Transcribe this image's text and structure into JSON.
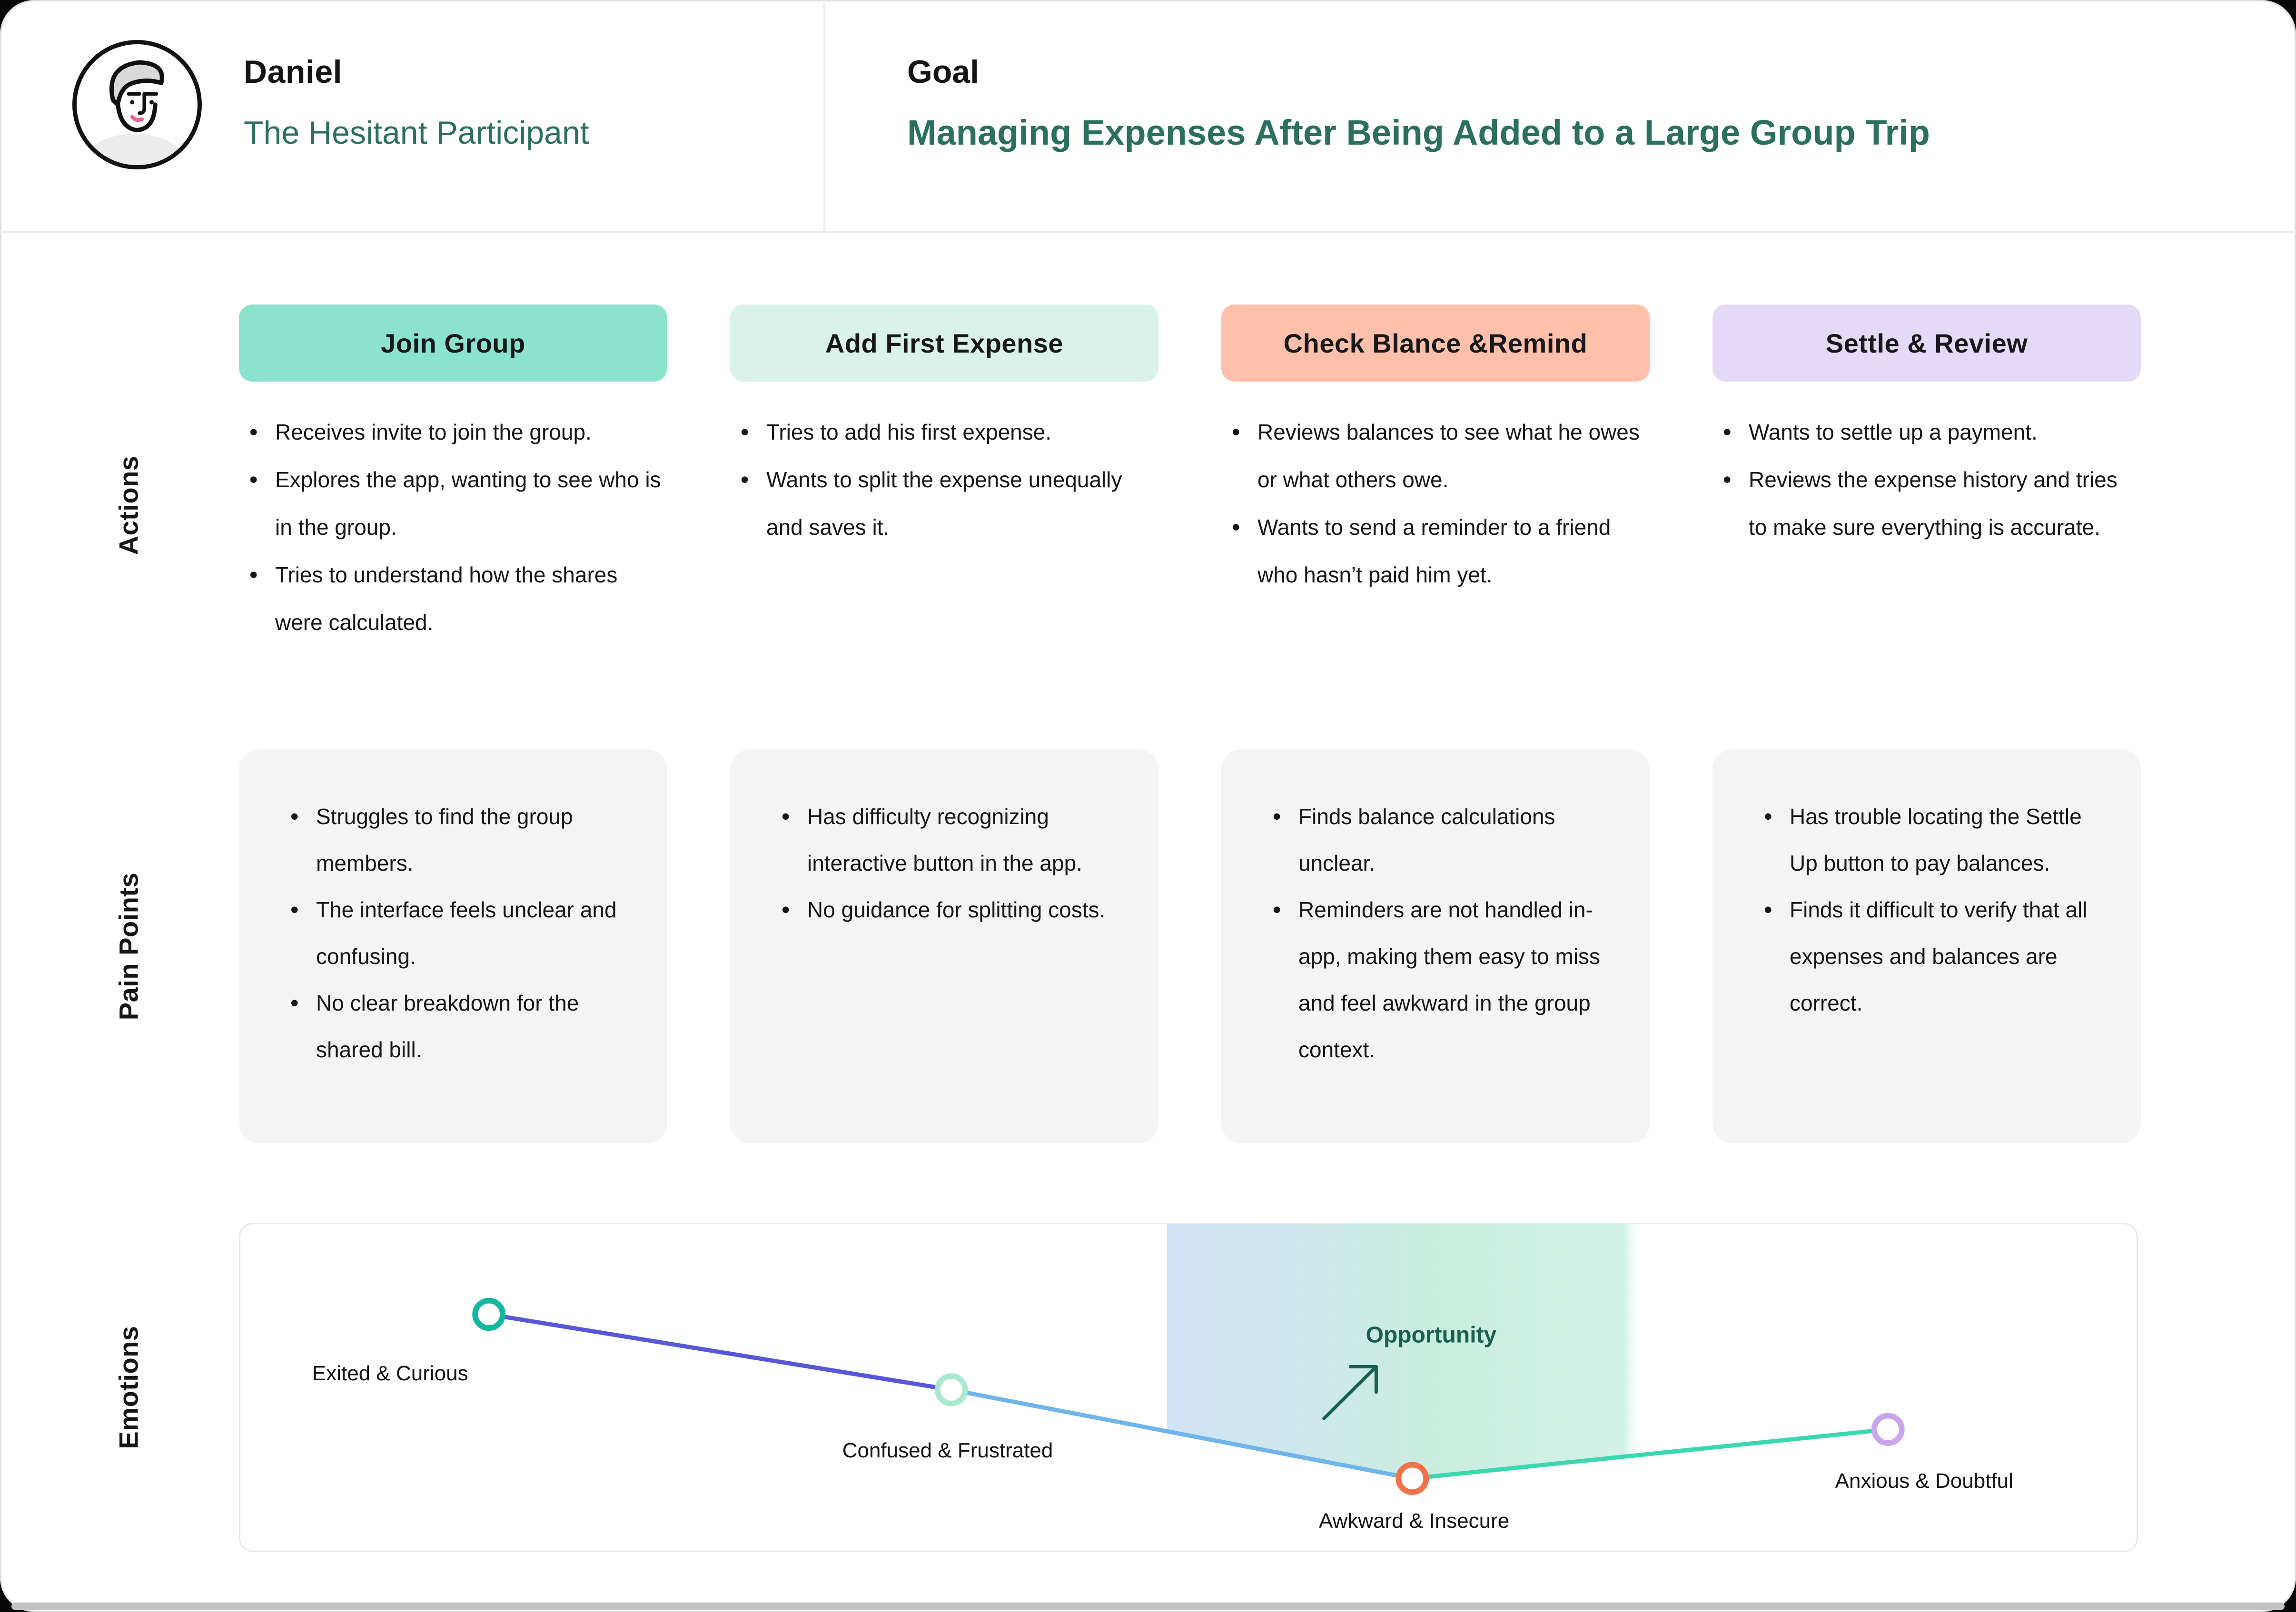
{
  "persona": {
    "name": "Daniel",
    "archetype": "The Hesitant Participant",
    "goal_label": "Goal",
    "goal": "Managing Expenses After Being Added to a Large Group Trip",
    "accent_green": "#2b6f5e"
  },
  "rows": {
    "actions_label": "Actions",
    "pain_label": "Pain Points",
    "emotions_label": "Emotions"
  },
  "stages": [
    {
      "title": "Join Group",
      "color": "#8ce3cd",
      "actions": [
        "Receives invite to join the group.",
        "Explores the app, wanting to see who is in the group.",
        "Tries to understand how the shares were calculated."
      ],
      "pain_points": [
        "Struggles to find the group members.",
        "The interface feels unclear and confusing.",
        "No clear breakdown for the shared bill."
      ]
    },
    {
      "title": "Add First Expense",
      "color": "#d9f2ea",
      "actions": [
        "Tries to add his first expense.",
        "Wants to split the expense unequally and saves it."
      ],
      "pain_points": [
        "Has difficulty recognizing interactive button in the app.",
        "No guidance for splitting costs."
      ]
    },
    {
      "title": "Check Blance &Remind",
      "color": "#ffc0ab",
      "actions": [
        "Reviews balances to see what he owes or what others owe.",
        "Wants to send a reminder to a friend who hasn’t paid him yet."
      ],
      "pain_points": [
        "Finds balance calculations unclear.",
        "Reminders are not handled in-app, making them easy to miss and feel awkward in the group context."
      ]
    },
    {
      "title": "Settle & Review",
      "color": "#e4d9f6",
      "actions": [
        "Wants to settle up a payment.",
        "Reviews the expense history and tries to make sure everything is accurate."
      ],
      "pain_points": [
        "Has trouble locating the Settle Up button to pay balances.",
        "Finds it difficult to verify that all expenses and balances are correct."
      ]
    }
  ],
  "emotions": {
    "points": [
      {
        "label": "Exited & Curious",
        "color": "#14b8a0"
      },
      {
        "label": "Confused & Frustrated",
        "color": "#a9e8cf"
      },
      {
        "label": "Awkward & Insecure",
        "color": "#f2734a"
      },
      {
        "label": "Anxious & Doubtful",
        "color": "#c9a6ec"
      }
    ],
    "segments": [
      {
        "color": "#5757d9"
      },
      {
        "color": "#6fb5ea"
      },
      {
        "color": "#3bd8b0"
      }
    ],
    "band": {
      "from": "#cfe0f7",
      "mid": "#c5ebdc",
      "to": "#cff1e5"
    },
    "opportunity": {
      "label": "Opportunity",
      "color": "#17604f"
    }
  }
}
